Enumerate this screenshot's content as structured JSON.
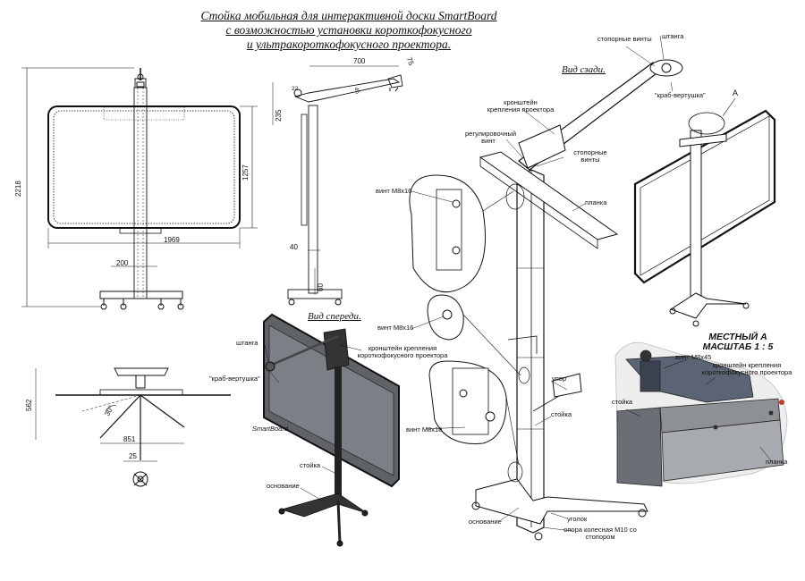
{
  "title": {
    "line1": "Стойка мобильная для интерактивной доски SmartBoard",
    "line2": "с возможностью установки  короткофокусного",
    "line3": "и ультракороткофокусного проектора."
  },
  "views": {
    "rear": "Вид сзади.",
    "front": "Вид спереди.",
    "detail_a_line1": "МЕСТНЫЙ А",
    "detail_a_line2": "МАСШТАБ 1 : 5",
    "marker_a": "A"
  },
  "dimensions": {
    "height_total": "2218",
    "board_height": "1257",
    "board_width": "1969",
    "base_200": "200",
    "arm_700": "700",
    "arm_75": "75",
    "arm_22": "22",
    "arm_45": "45",
    "arm_235": "235",
    "post_40": "40",
    "post_60": "60",
    "base_562": "562",
    "base_30": "30°",
    "base_851": "851",
    "base_25": "25"
  },
  "labels": {
    "stopornye_vinty_top": "стопорные винты",
    "shtanga_top": "штанга",
    "krab_top": "\"краб-вертушка\"",
    "kronshtein_proektora": "кронштейн крепления проектора",
    "reg_vint": "регулировочный винт",
    "stopornye_vinty_mid": "стопорные винты",
    "vint_m8x16_a": "винт М8х16",
    "planka_mid": "планка",
    "vint_m8x16_b": "винт М8х16",
    "vint_m8x16_c": "винт М8х16",
    "upor": "упор",
    "stoika_mid": "стойка",
    "osnovanie_mid": "основание",
    "ugolok": "уголок",
    "opora": "опора колесная М10 со стопором",
    "shtanga_front": "штанга",
    "kronshtein_front": "кронштейн крепления короткофокусного проектора",
    "krab_front": "\"краб-вертушка\"",
    "smartboard": "SmartBoard",
    "stoika_front": "стойка",
    "osnovanie_front": "основание",
    "vint_m8x45": "винт М8х45",
    "kronshtein_detail": "кронштейн крепления короткофокусного проектора",
    "stoika_detail": "стойка",
    "planka_detail": "планка"
  }
}
